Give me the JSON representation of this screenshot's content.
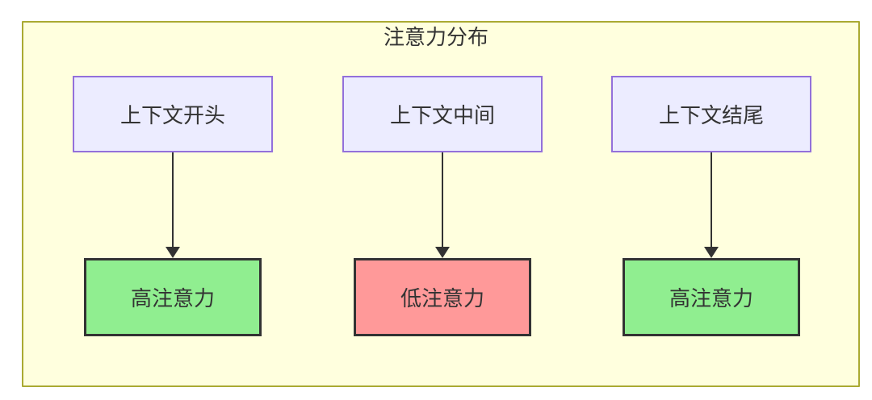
{
  "diagram": {
    "title": "注意力分布",
    "columns": [
      {
        "source": "上下文开头",
        "target": "高注意力",
        "level": "high"
      },
      {
        "source": "上下文中间",
        "target": "低注意力",
        "level": "low"
      },
      {
        "source": "上下文结尾",
        "target": "高注意力",
        "level": "high"
      }
    ]
  },
  "colors": {
    "page_background": "#ffffff",
    "container_fill": "#ffffde",
    "container_border": "#aaaa33",
    "context_fill": "#ececff",
    "context_border": "#9370db",
    "high_attention_fill": "#90ee90",
    "low_attention_fill": "#ff9999",
    "attention_border": "#333333",
    "arrow": "#333333",
    "text": "#333333"
  }
}
